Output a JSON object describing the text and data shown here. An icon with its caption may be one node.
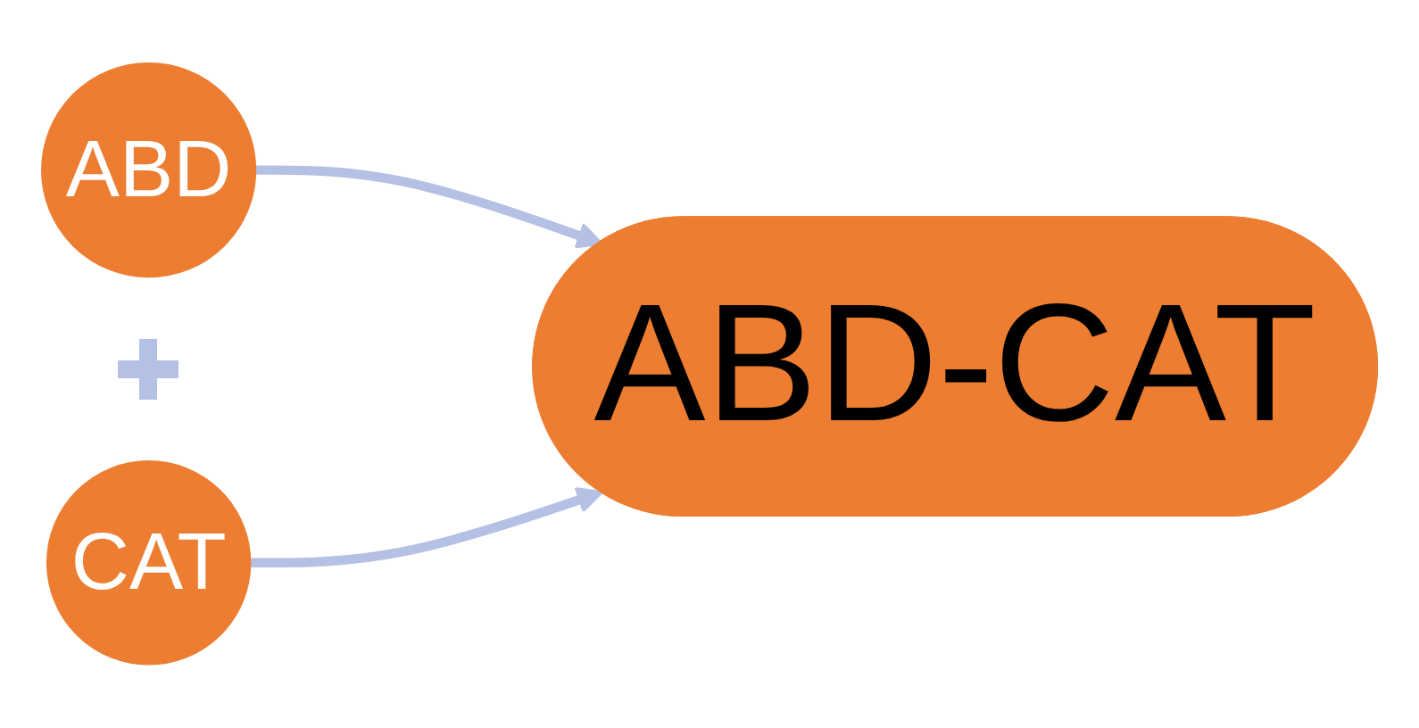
{
  "diagram": {
    "nodes": [
      {
        "text": [
          "ABD"
        ]
      },
      {
        "text": [
          "CAT"
        ]
      },
      {
        "text": [
          "ABD-CAT"
        ]
      }
    ],
    "edges": [
      {
        "from": 0,
        "to": 2,
        "arrow": "to"
      },
      {
        "from": 1,
        "to": 2,
        "arrow": "to"
      }
    ]
  }
}
